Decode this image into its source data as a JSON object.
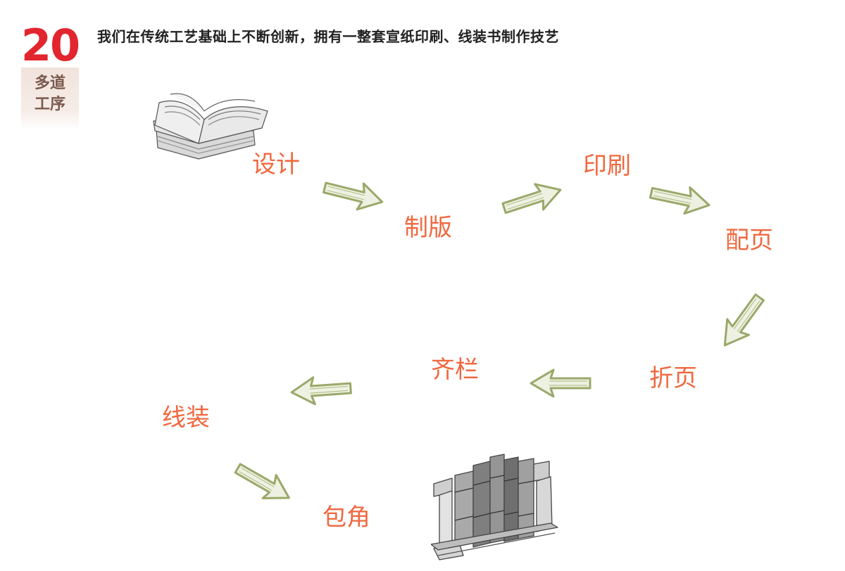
{
  "badge": {
    "number": "20",
    "line1": "多道",
    "line2": "工序"
  },
  "headline": "我们在传统工艺基础上不断创新，拥有一整套宣纸印刷、线装书制作技艺",
  "steps": {
    "design": "设计",
    "platemaking": "制版",
    "printing": "印刷",
    "collating": "配页",
    "folding": "折页",
    "aligning": "齐栏",
    "binding": "线装",
    "corner_wrapping": "包角"
  },
  "icons": {
    "top_left": "open-book-sketch-icon",
    "bottom": "bookshelf-sketch-icon",
    "arrow": "sketch-arrow-icon"
  },
  "colors": {
    "accent_red": "#e2262f",
    "step_orange": "#f0683f",
    "arrow_green": "#9aa86a"
  }
}
